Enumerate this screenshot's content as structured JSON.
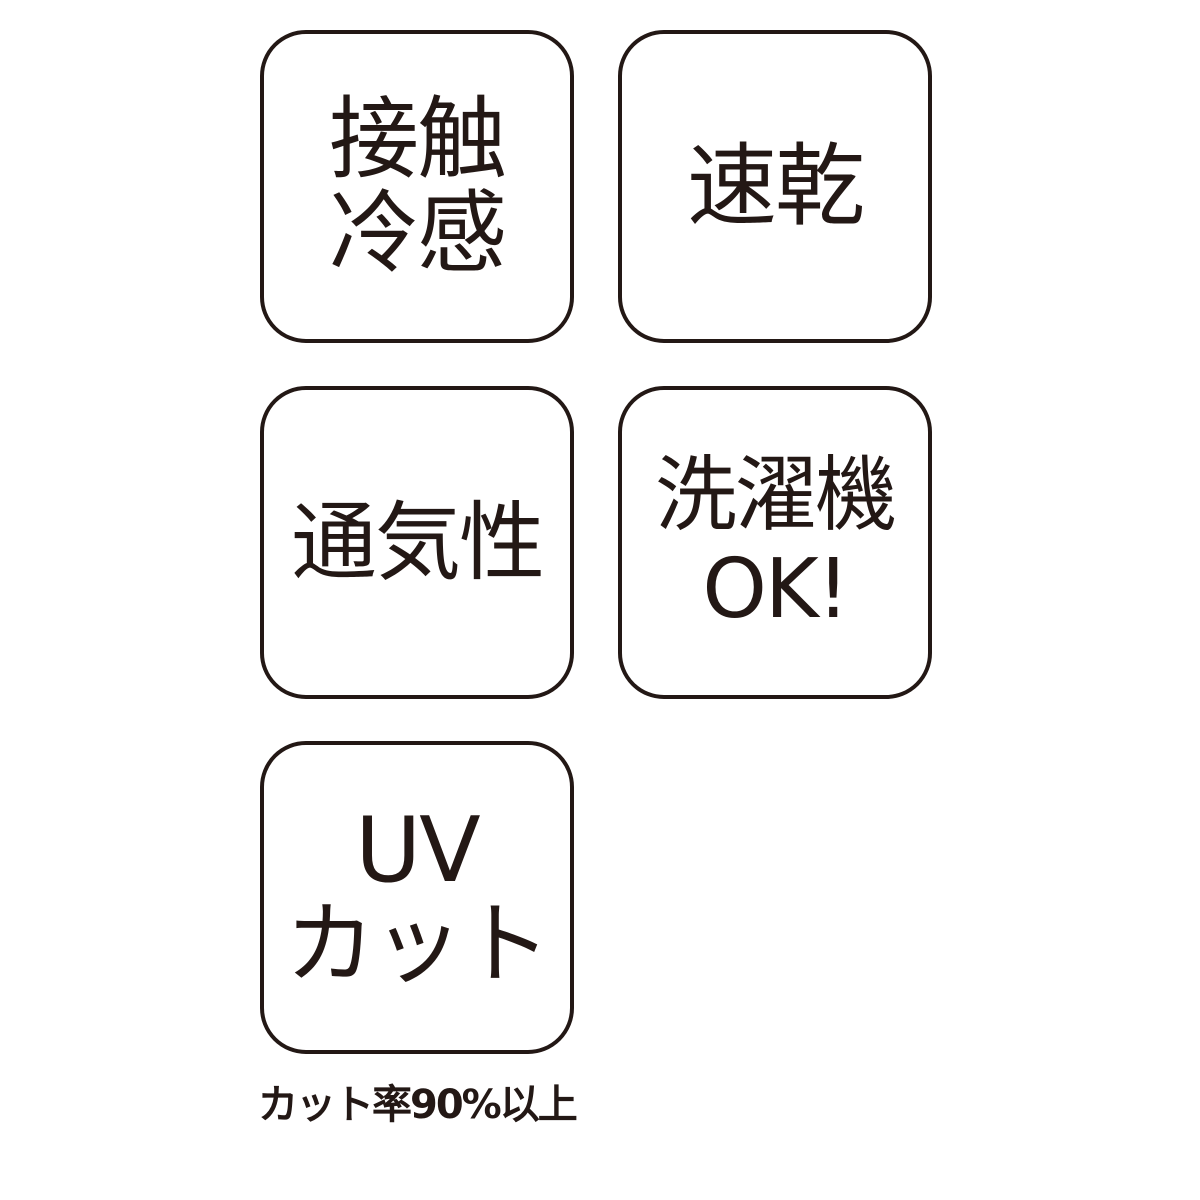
{
  "badges": [
    {
      "lines": [
        "接触",
        "冷感"
      ]
    },
    {
      "lines": [
        "速乾"
      ]
    },
    {
      "lines": [
        "通気性"
      ]
    },
    {
      "lines": [
        "洗濯機",
        "OK!"
      ]
    },
    {
      "lines": [
        "UV",
        "カット"
      ]
    }
  ],
  "caption": "カット率90%以上",
  "colors": {
    "ink": "#231815",
    "background": "#ffffff"
  }
}
